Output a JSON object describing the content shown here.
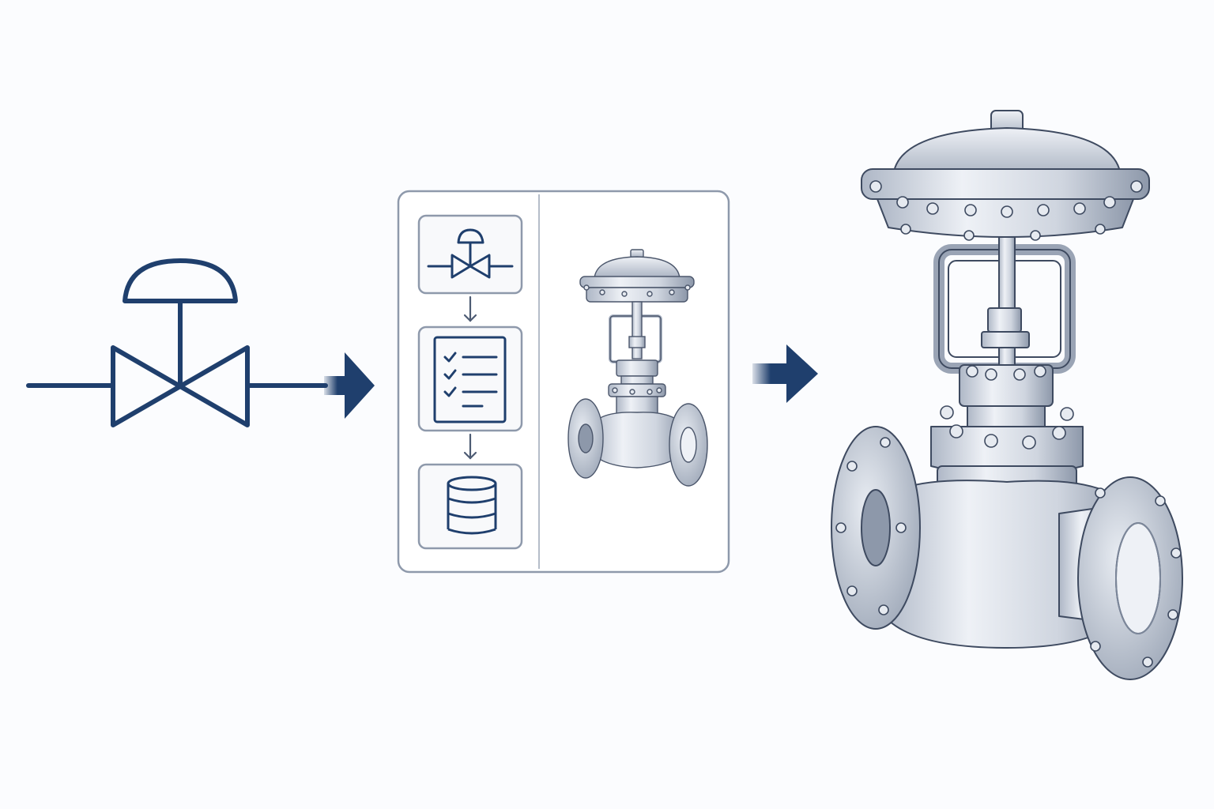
{
  "diagram": {
    "type": "process-flow",
    "stages": [
      {
        "id": "pid-symbol",
        "icon": "control-valve-symbol-icon"
      },
      {
        "id": "conversion-panel",
        "steps": [
          {
            "icon": "control-valve-symbol-icon"
          },
          {
            "icon": "checklist-icon"
          },
          {
            "icon": "database-icon"
          }
        ],
        "preview_icon": "control-valve-3d-thumbnail-icon"
      },
      {
        "id": "3d-model",
        "icon": "control-valve-3d-model-icon"
      }
    ],
    "connectors": [
      {
        "from": "pid-symbol",
        "to": "conversion-panel",
        "icon": "arrow-right-icon"
      },
      {
        "from": "conversion-panel",
        "to": "3d-model",
        "icon": "arrow-right-icon"
      }
    ]
  },
  "colors": {
    "background": "#fbfcfe",
    "line_navy": "#1f3f6d",
    "panel_border": "#8e99ab",
    "steel_light": "#e8ecf2",
    "steel_mid": "#c9d0da",
    "steel_dark": "#7c879a"
  }
}
